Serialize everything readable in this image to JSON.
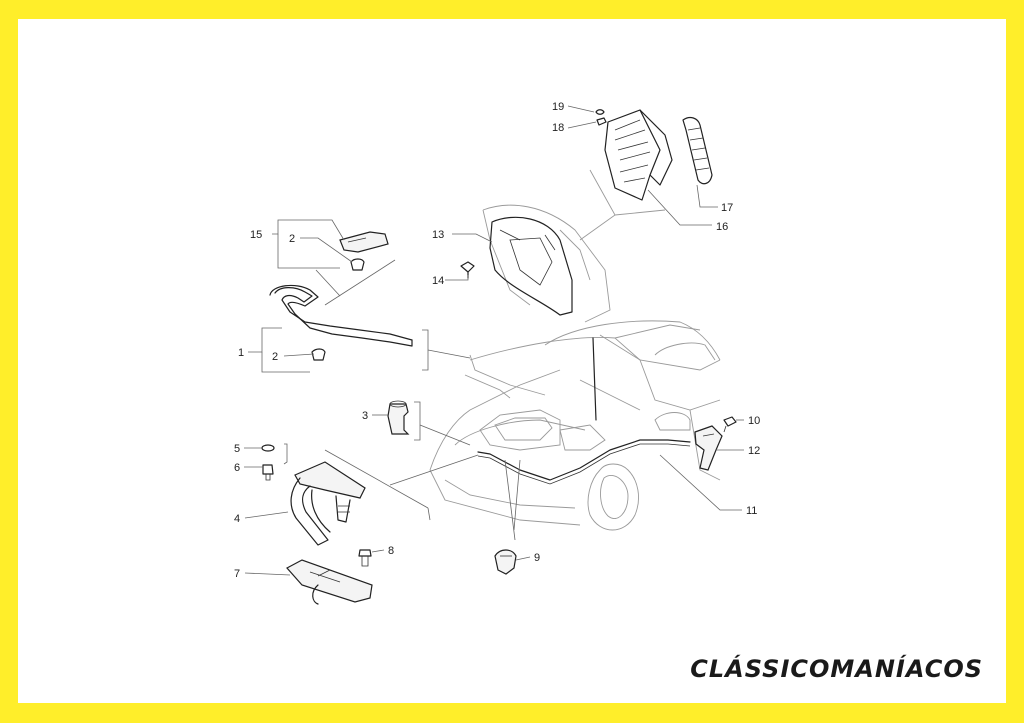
{
  "colors": {
    "border": "#ffee2a",
    "sheet": "#ffffff",
    "ink": "#1a1a1a"
  },
  "brand": {
    "text": "CLÁSSICOMANÍACOS"
  },
  "callouts": {
    "c1": "1",
    "c2a": "2",
    "c2b": "2",
    "c3": "3",
    "c4": "4",
    "c5": "5",
    "c6": "6",
    "c7": "7",
    "c8": "8",
    "c9": "9",
    "c10": "10",
    "c11": "11",
    "c12": "12",
    "c13": "13",
    "c14": "14",
    "c15": "15",
    "c16": "16",
    "c17": "17",
    "c18": "18",
    "c19": "19"
  }
}
